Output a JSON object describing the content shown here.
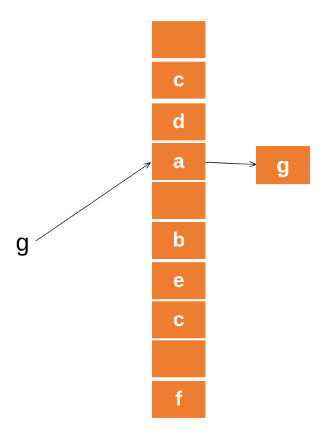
{
  "colors": {
    "cell": "#ED7D31",
    "text": "#FFFFFF",
    "arrow": "#000000"
  },
  "hash_table": {
    "slots": [
      {
        "label": ""
      },
      {
        "label": "c"
      },
      {
        "label": "d"
      },
      {
        "label": "a"
      },
      {
        "label": ""
      },
      {
        "label": "b"
      },
      {
        "label": "e"
      },
      {
        "label": "c"
      },
      {
        "label": ""
      },
      {
        "label": "f"
      }
    ]
  },
  "incoming_key": "g",
  "target_box": "g"
}
